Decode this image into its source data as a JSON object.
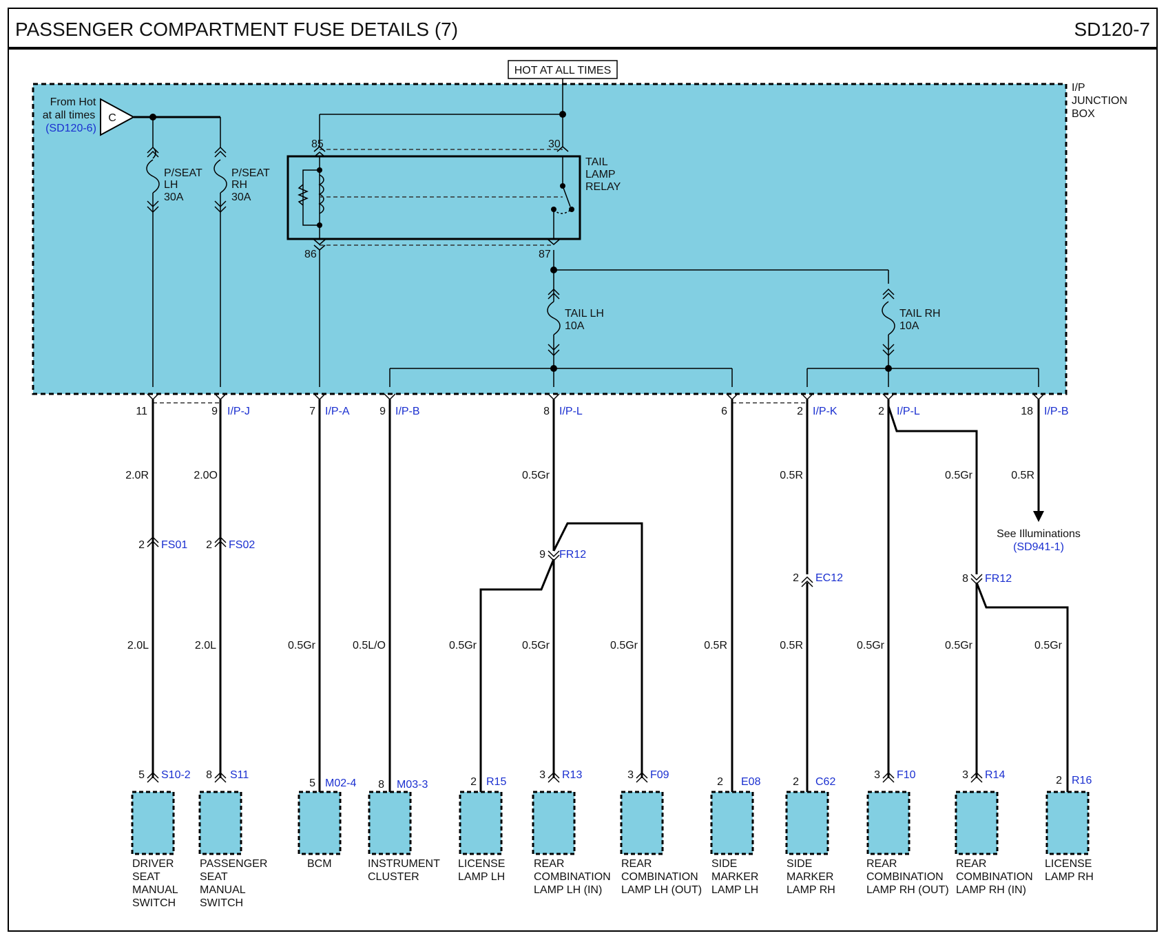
{
  "header": {
    "title": "PASSENGER COMPARTMENT FUSE DETAILS (7)",
    "code": "SD120-7"
  },
  "colors": {
    "box_fill": "#82cfe2",
    "ref_text": "#1a2fd0"
  },
  "source_label": "HOT AT ALL TIMES",
  "junction_box_label": [
    "I/P",
    "JUNCTION",
    "BOX"
  ],
  "from_hot": {
    "lines": [
      "From Hot",
      "at all times"
    ],
    "ref": "(SD120-6)",
    "connector": "C"
  },
  "relay": {
    "label": [
      "TAIL",
      "LAMP",
      "RELAY"
    ],
    "pins": [
      "85",
      "30",
      "86",
      "87"
    ]
  },
  "fuses": [
    {
      "lines": [
        "P/SEAT",
        "LH",
        "30A"
      ]
    },
    {
      "lines": [
        "P/SEAT",
        "RH",
        "30A"
      ]
    },
    {
      "lines": [
        "TAIL LH",
        "10A"
      ]
    },
    {
      "lines": [
        "TAIL RH",
        "10A"
      ]
    }
  ],
  "box_pins": [
    {
      "pin": "11",
      "conn": ""
    },
    {
      "pin": "9",
      "conn": "I/P-J"
    },
    {
      "pin": "7",
      "conn": "I/P-A"
    },
    {
      "pin": "9",
      "conn": "I/P-B"
    },
    {
      "pin": "8",
      "conn": "I/P-L"
    },
    {
      "pin": "6",
      "conn": ""
    },
    {
      "pin": "2",
      "conn": "I/P-K"
    },
    {
      "pin": "2",
      "conn": "I/P-L"
    },
    {
      "pin": "18",
      "conn": "I/P-B"
    }
  ],
  "wire_labels": {
    "driver": [
      "2.0R",
      "2.0L"
    ],
    "passenger": [
      "2.0O",
      "2.0L"
    ],
    "bcm": "0.5Gr",
    "cluster": "0.5L/O",
    "tail_lh_main": "0.5Gr",
    "license_lh": "0.5Gr",
    "rear_lh_in": "0.5Gr",
    "rear_lh_out": "0.5Gr",
    "side_lh": "0.5R",
    "side_rh": [
      "0.5R",
      "0.5R"
    ],
    "rear_rh_out": "0.5Gr",
    "rh_branch": [
      "0.5Gr",
      "0.5Gr"
    ],
    "license_rh": "0.5Gr",
    "illum": "0.5R"
  },
  "inline_connectors": [
    {
      "pin": "2",
      "conn": "FS01"
    },
    {
      "pin": "2",
      "conn": "FS02"
    },
    {
      "pin": "9",
      "conn": "FR12"
    },
    {
      "pin": "2",
      "conn": "EC12"
    },
    {
      "pin": "8",
      "conn": "FR12"
    }
  ],
  "illumination": {
    "label": "See Illuminations",
    "ref": "(SD941-1)"
  },
  "components": [
    {
      "pin": "5",
      "conn": "S10-2",
      "name": [
        "DRIVER",
        "SEAT",
        "MANUAL",
        "SWITCH"
      ]
    },
    {
      "pin": "8",
      "conn": "S11",
      "name": [
        "PASSENGER",
        "SEAT",
        "MANUAL",
        "SWITCH"
      ]
    },
    {
      "pin": "5",
      "conn": "M02-4",
      "name": [
        "BCM"
      ]
    },
    {
      "pin": "8",
      "conn": "M03-3",
      "name": [
        "INSTRUMENT",
        "CLUSTER"
      ]
    },
    {
      "pin": "2",
      "conn": "R15",
      "name": [
        "LICENSE",
        "LAMP LH"
      ]
    },
    {
      "pin": "3",
      "conn": "R13",
      "name": [
        "REAR",
        "COMBINATION",
        "LAMP LH (IN)"
      ]
    },
    {
      "pin": "3",
      "conn": "F09",
      "name": [
        "REAR",
        "COMBINATION",
        "LAMP LH (OUT)"
      ]
    },
    {
      "pin": "2",
      "conn": "E08",
      "name": [
        "SIDE",
        "MARKER",
        "LAMP LH"
      ]
    },
    {
      "pin": "2",
      "conn": "C62",
      "name": [
        "SIDE",
        "MARKER",
        "LAMP RH"
      ]
    },
    {
      "pin": "3",
      "conn": "F10",
      "name": [
        "REAR",
        "COMBINATION",
        "LAMP RH (OUT)"
      ]
    },
    {
      "pin": "3",
      "conn": "R14",
      "name": [
        "REAR",
        "COMBINATION",
        "LAMP RH (IN)"
      ]
    },
    {
      "pin": "2",
      "conn": "R16",
      "name": [
        "LICENSE",
        "LAMP RH"
      ]
    }
  ]
}
